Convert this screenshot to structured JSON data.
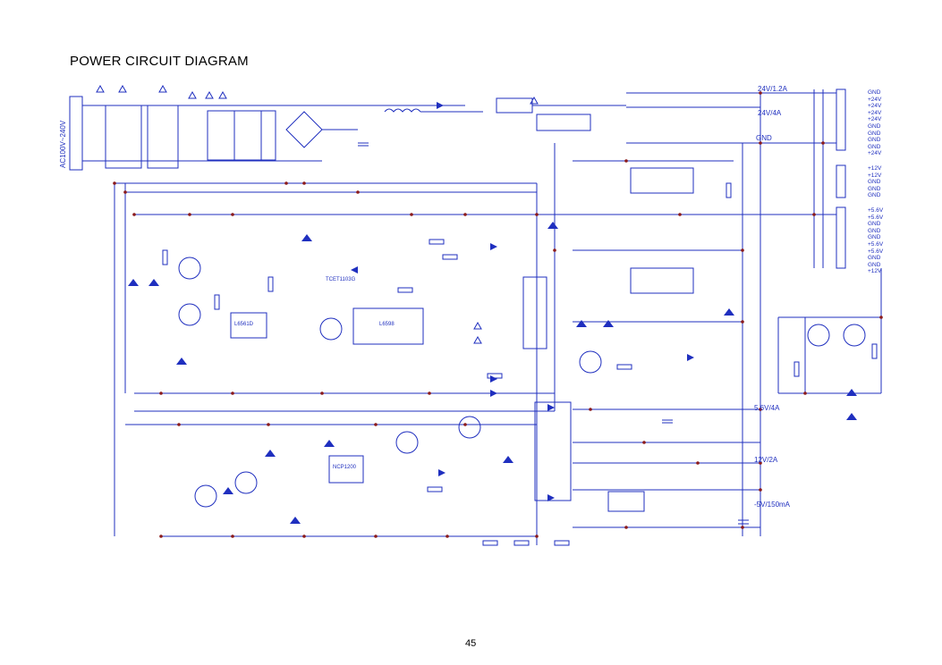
{
  "title": "POWER CIRCUIT DIAGRAM",
  "page_number": "45",
  "input": {
    "label": "AC100V~240V"
  },
  "rails": {
    "r24v_a": "24V/1.2A",
    "r24v_b": "24V/4A",
    "gnd_top": "GND",
    "r5v": "5.6V/4A",
    "r12v": "12V/2A",
    "rneg5v": "-5V/150mA"
  },
  "ics": {
    "ic_l6561": "L6561D",
    "ic_l6598": "L6598",
    "ic_ncp": "NCP1200",
    "ic_opto": "TCET1103G"
  },
  "connectors": {
    "top": [
      "GND",
      "+24V",
      "+24V",
      "+24V",
      "+24V",
      "GND",
      "GND",
      "GND",
      "GND",
      "+24V"
    ],
    "middle": [
      "+12V",
      "+12V",
      "GND",
      "GND",
      "GND"
    ],
    "bottom": [
      "+5.6V",
      "+5.6V",
      "GND",
      "GND",
      "GND",
      "+5.6V",
      "+5.6V",
      "GND",
      "GND",
      "+12V"
    ]
  },
  "colors": {
    "wire": "#1f2fbf",
    "node": "#8b1a1a",
    "warning": "#1f2fbf",
    "text": "#000000"
  }
}
